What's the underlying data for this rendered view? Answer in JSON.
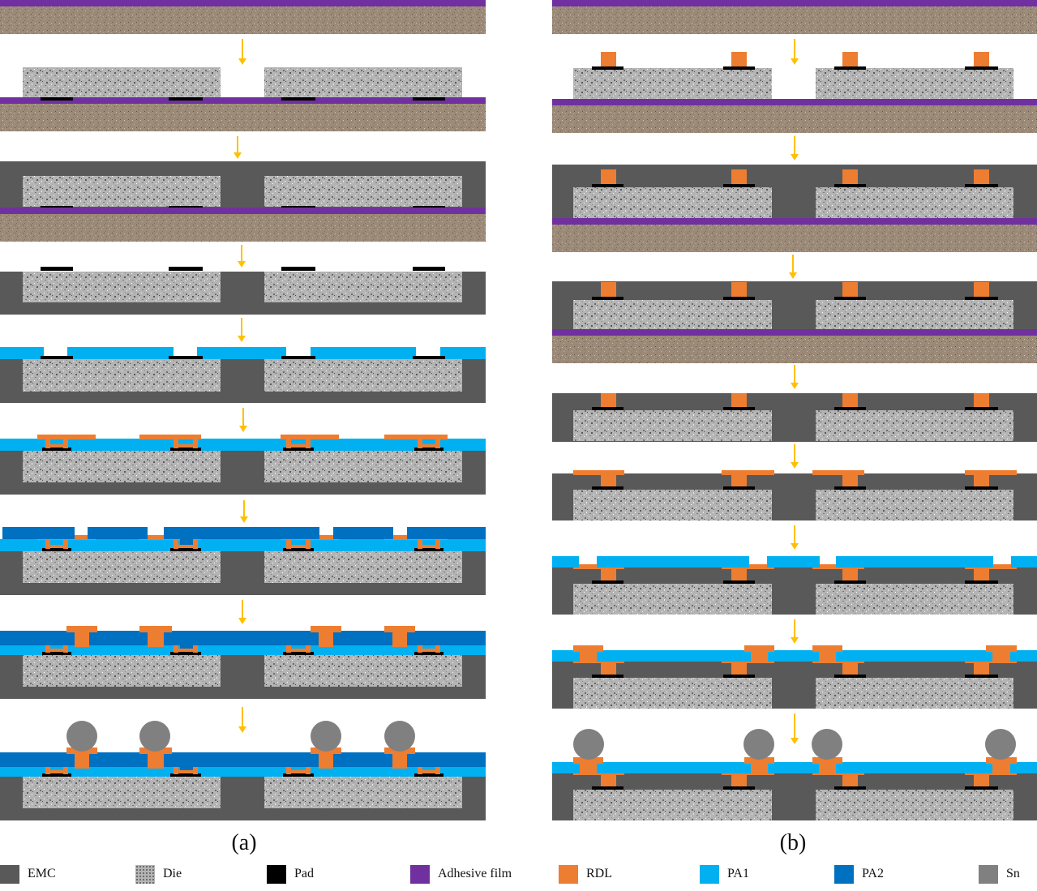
{
  "panels": [
    {
      "label": "(a)"
    },
    {
      "label": "(b)"
    }
  ],
  "legend": [
    {
      "name": "EMC",
      "color": "#595959",
      "pattern": "none"
    },
    {
      "name": "Die",
      "color": "#a6a6a6",
      "pattern": "granite"
    },
    {
      "name": "Pad",
      "color": "#000000",
      "pattern": "none"
    },
    {
      "name": "Adhesive film",
      "color": "#7030a0",
      "pattern": "none"
    },
    {
      "name": "RDL",
      "color": "#ed7d31",
      "pattern": "none"
    },
    {
      "name": "PA1",
      "color": "#00b0f0",
      "pattern": "none"
    },
    {
      "name": "PA2",
      "color": "#0070c0",
      "pattern": "none"
    },
    {
      "name": "Sn",
      "color": "#808080",
      "pattern": "none"
    }
  ],
  "colors": {
    "carrier": "#9c8a78",
    "arrow": "#ffc000"
  }
}
